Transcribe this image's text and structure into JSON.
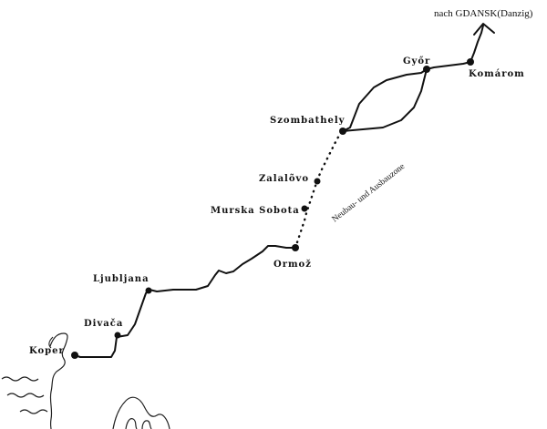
{
  "map": {
    "destination_label": "nach GDANSK(Danzig)",
    "zone_label": "Neubau- und Ausbauzone",
    "cities": [
      {
        "id": "koper",
        "name": "Koper"
      },
      {
        "id": "divaca",
        "name": "Divača"
      },
      {
        "id": "ljubljana",
        "name": "Ljubljana"
      },
      {
        "id": "ormoz",
        "name": "Ormož"
      },
      {
        "id": "murska-sobota",
        "name": "Murska Sobota"
      },
      {
        "id": "zalalovo",
        "name": "Zalalõvo"
      },
      {
        "id": "szombathely",
        "name": "Szombathely"
      },
      {
        "id": "gyor",
        "name": "Győr"
      },
      {
        "id": "komarom",
        "name": "Komárom"
      }
    ]
  }
}
